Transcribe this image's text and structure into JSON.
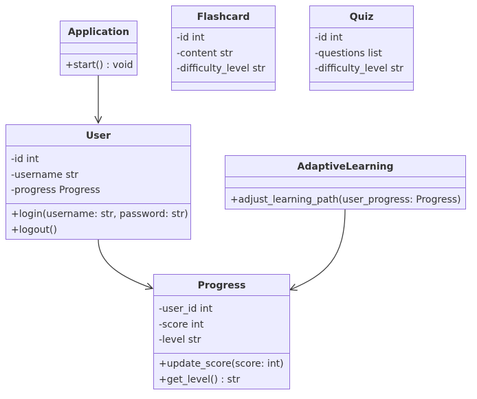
{
  "classes": {
    "application": {
      "name": "Application",
      "attributes": [],
      "methods": [
        "+start() : void"
      ]
    },
    "flashcard": {
      "name": "Flashcard",
      "attributes": [
        "-id int",
        "-content str",
        "-difficulty_level str"
      ],
      "methods": []
    },
    "quiz": {
      "name": "Quiz",
      "attributes": [
        "-id int",
        "-questions list",
        "-difficulty_level str"
      ],
      "methods": []
    },
    "user": {
      "name": "User",
      "attributes": [
        "-id int",
        "-username str",
        "-progress Progress"
      ],
      "methods": [
        "+login(username: str, password: str)",
        "+logout()"
      ]
    },
    "adaptive_learning": {
      "name": "AdaptiveLearning",
      "attributes": [],
      "methods": [
        "+adjust_learning_path(user_progress: Progress)"
      ]
    },
    "progress": {
      "name": "Progress",
      "attributes": [
        "-user_id int",
        "-score int",
        "-level str"
      ],
      "methods": [
        "+update_score(score: int)",
        "+get_level() : str"
      ]
    }
  },
  "relations": [
    {
      "from": "application",
      "to": "user",
      "kind": "association"
    },
    {
      "from": "user",
      "to": "progress",
      "kind": "association"
    },
    {
      "from": "adaptive_learning",
      "to": "progress",
      "kind": "association"
    }
  ],
  "colors": {
    "box_fill": "#ECECFF",
    "box_border": "#9370DB",
    "text": "#333333",
    "edge": "#333333"
  }
}
